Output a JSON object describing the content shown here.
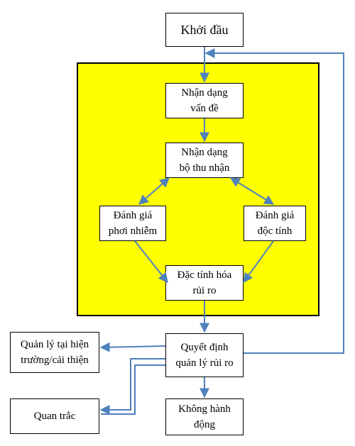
{
  "nodes": {
    "start": "Khởi đầu",
    "problem_identification": "Nhận dạng\nvấn đề",
    "receptor_identification": "Nhận dạng\nbộ thu nhận",
    "exposure_assessment": "Đánh giá\nphơi nhiễm",
    "toxicity_assessment": "Đánh giá\nđộc tính",
    "risk_characterization": "Đặc tính hóa\nrủi ro",
    "risk_management_decision": "Quyết định\nquản lý rủi ro",
    "site_management": "Quản lý tại hiện\ntrường/cải thiện",
    "monitoring": "Quan trắc",
    "no_action": "Không hành\nđộng"
  },
  "colors": {
    "panel_fill": "#ffff00",
    "arrow": "#4f81bd",
    "box_border": "#000000"
  }
}
